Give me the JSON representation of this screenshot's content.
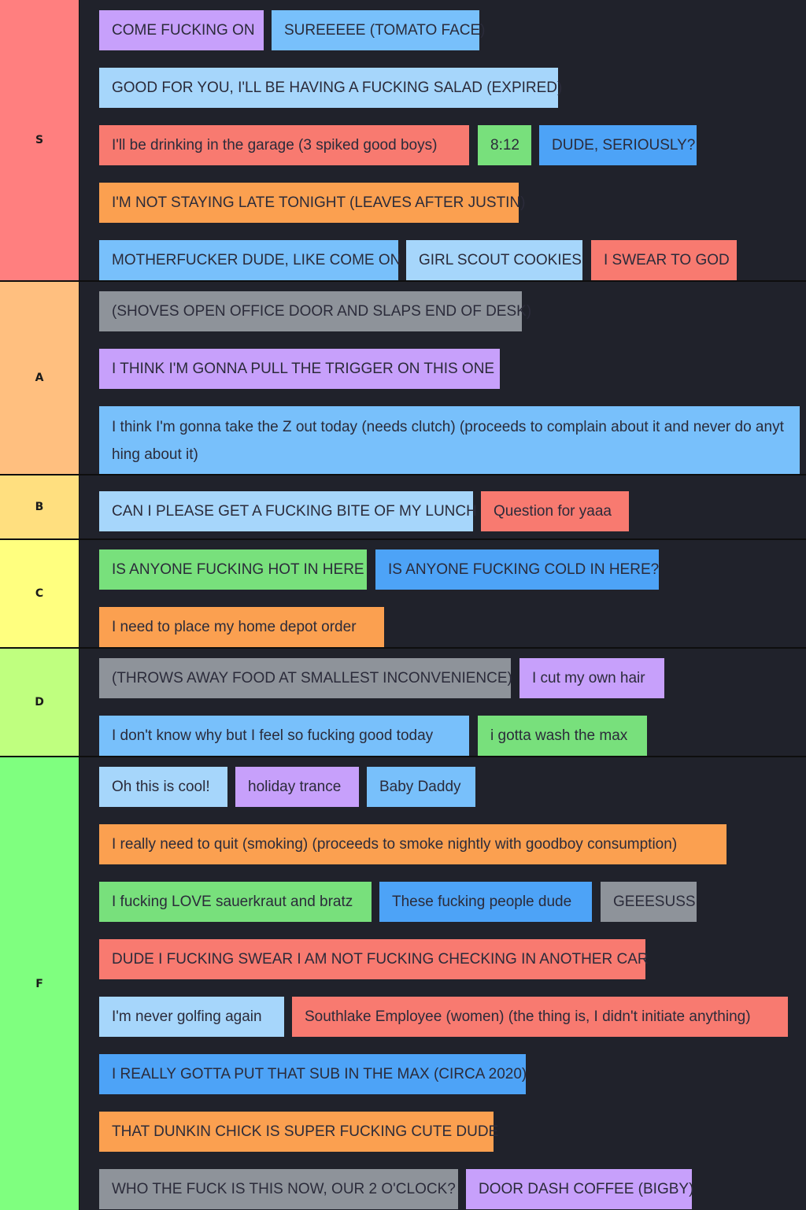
{
  "colors": {
    "tier_s": "#ff7f7f",
    "tier_a": "#ffbf7f",
    "tier_b": "#ffdf7f",
    "tier_c": "#ffff7f",
    "tier_d": "#bfff7f",
    "tier_f": "#7fff7f",
    "panel_bg": "#20222b",
    "purple": "#c7a0fb",
    "light_blue": "#a6d6fb",
    "sky_blue": "#78c0fb",
    "blue": "#4da3f7",
    "red": "#f87a70",
    "green": "#78e07c",
    "orange": "#fba050",
    "gray": "#8e939a"
  },
  "tiers": [
    {
      "label": "S",
      "items": [
        "COME FUCKING ON",
        "SUREEEEE (TOMATO FACE)",
        "GOOD FOR YOU, I'LL BE HAVING A FUCKING SALAD (EXPIRED)",
        "I'll be drinking in the garage (3 spiked good boys)",
        "8:12",
        "DUDE, SERIOUSLY?",
        "I'M NOT STAYING LATE TONIGHT (LEAVES AFTER JUSTIN)",
        "MOTHERFUCKER DUDE, LIKE COME ON",
        "GIRL SCOUT COOKIES",
        "I SWEAR TO GOD"
      ]
    },
    {
      "label": "A",
      "items": [
        "(SHOVES OPEN OFFICE DOOR AND SLAPS END OF DESK)",
        "I THINK I'M GONNA PULL THE TRIGGER ON THIS ONE",
        "I think I'm gonna take the Z out today (needs clutch) (proceeds to complain about it and never do anything about it)"
      ]
    },
    {
      "label": "B",
      "items": [
        "CAN I PLEASE GET A FUCKING BITE OF MY LUNCH",
        "Question for yaaa"
      ]
    },
    {
      "label": "C",
      "items": [
        "IS ANYONE FUCKING HOT IN HERE",
        "IS ANYONE FUCKING COLD IN HERE?",
        "I need to place my home depot order"
      ]
    },
    {
      "label": "D",
      "items": [
        "(THROWS AWAY FOOD AT SMALLEST INCONVENIENCE)",
        "I cut my own hair",
        "I don't know why but I feel so fucking good today",
        "i gotta wash the max"
      ]
    },
    {
      "label": "F",
      "items": [
        "Oh this is cool!",
        "holiday trance",
        "Baby Daddy",
        "I really need to quit (smoking) (proceeds to smoke nightly with goodboy consumption)",
        "I fucking LOVE sauerkraut and bratz",
        "These fucking people dude",
        "GEEESUSS",
        "DUDE I FUCKING SWEAR I AM NOT FUCKING CHECKING IN ANOTHER CAR",
        "I'm never golfing again",
        "Southlake Employee (women) (the thing is, I didn't initiate anything)",
        "I REALLY GOTTA PUT THAT SUB IN THE MAX (CIRCA 2020)",
        "THAT DUNKIN CHICK IS SUPER FUCKING CUTE DUDE",
        "WHO THE FUCK IS THIS NOW, OUR 2 O'CLOCK?",
        "DOOR DASH COFFEE (BIGBY)"
      ]
    }
  ]
}
